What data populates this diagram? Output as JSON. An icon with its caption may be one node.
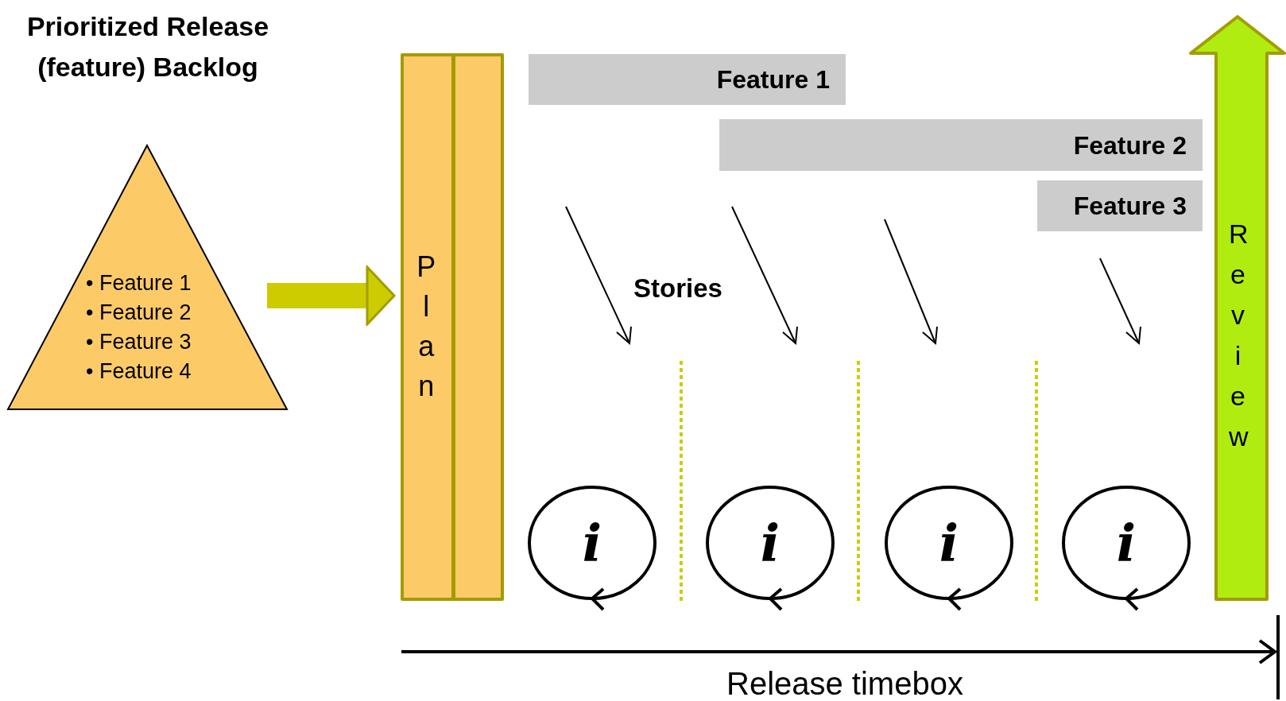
{
  "diagram": {
    "nodes": [
      {
        "text": [
          "Prioritized Release (feature) Backlog",
          "• Feature 1",
          "• Feature 2",
          "• Feature 3",
          "• Feature 4"
        ]
      },
      {
        "text": [
          "Plan"
        ]
      },
      {
        "text": [
          "Feature 1"
        ]
      },
      {
        "text": [
          "Feature 2"
        ]
      },
      {
        "text": [
          "Feature 3"
        ]
      },
      {
        "text": [
          "i"
        ]
      },
      {
        "text": [
          "i"
        ]
      },
      {
        "text": [
          "i"
        ]
      },
      {
        "text": [
          "i"
        ]
      },
      {
        "text": [
          "Review"
        ]
      }
    ],
    "edges": [
      {
        "from": 0,
        "to": 1,
        "arrow": "to",
        "color": "#cccc00"
      }
    ],
    "labels": [
      "Stories",
      "Release timebox"
    ]
  }
}
